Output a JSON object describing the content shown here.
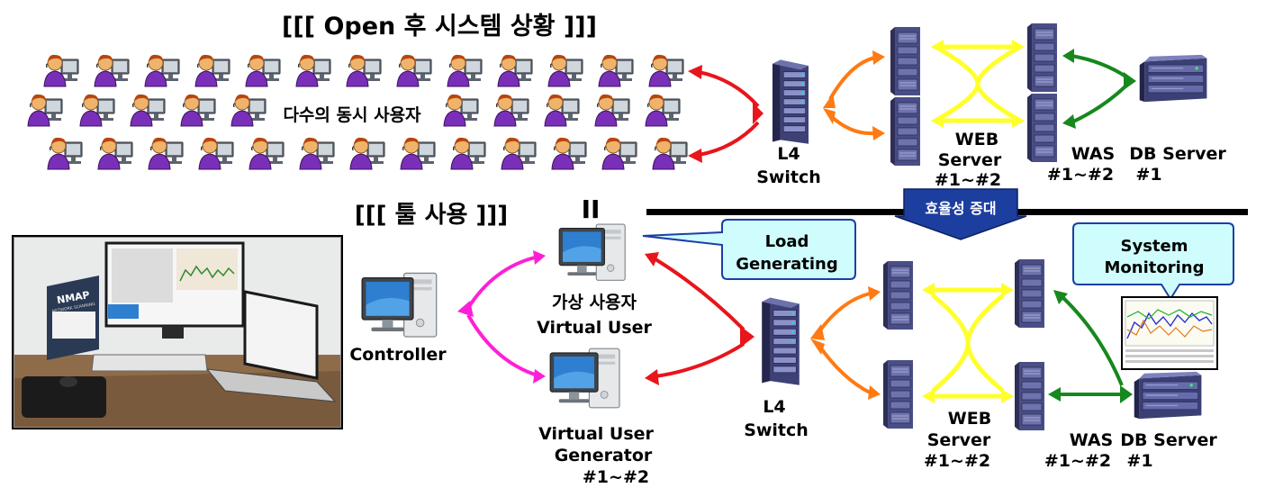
{
  "top": {
    "title": "[[[ Open 후 시스템 상황 ]]]",
    "users_label": "다수의 동시 사용자",
    "l4_line1": "L4",
    "l4_line2": "Switch",
    "web_line1": "WEB",
    "web_line2": "Server",
    "web_line3": "#1~#2",
    "was_line1": "WAS",
    "was_line2": "#1~#2",
    "db_line1": "DB Server",
    "db_line2": "#1"
  },
  "divider": {
    "roman": "II",
    "efficiency_label": "효율성 증대"
  },
  "bottom": {
    "title": "[[[ 툴 사용 ]]]",
    "controller_label": "Controller",
    "vu_line1": "가상 사용자",
    "vu_line2": "Virtual User",
    "vug_line1": "Virtual User",
    "vug_line2": "Generator",
    "vug_line3": "#1~#2",
    "callout_load_line1": "Load",
    "callout_load_line2": "Generating",
    "callout_monitor_line1": "System",
    "callout_monitor_line2": "Monitoring",
    "l4_line1": "L4",
    "l4_line2": "Switch",
    "web_line1": "WEB",
    "web_line2": "Server",
    "web_line3": "#1~#2",
    "was_line1": "WAS",
    "was_line2": "#1~#2",
    "db_line1": "DB Server",
    "db_line2": "#1"
  },
  "photo": {
    "book_line1": "NMAP",
    "book_line2": "NETWORK SCANNING"
  },
  "colors": {
    "red": "#e8151b",
    "orange": "#ff7a12",
    "yellow": "#ffff2a",
    "green": "#16881e",
    "magenta": "#ff1fd6",
    "callout_fill": "#cffdfd",
    "callout_stroke": "#1b3fa6",
    "banner_fill": "#1c3e9e"
  },
  "icons": {
    "user": "person-at-computer-icon",
    "server": "rack-server-icon",
    "l4": "l4-switch-icon",
    "db": "db-server-icon",
    "pc": "desktop-pc-icon",
    "monitor_chart": "monitoring-chart-icon"
  }
}
